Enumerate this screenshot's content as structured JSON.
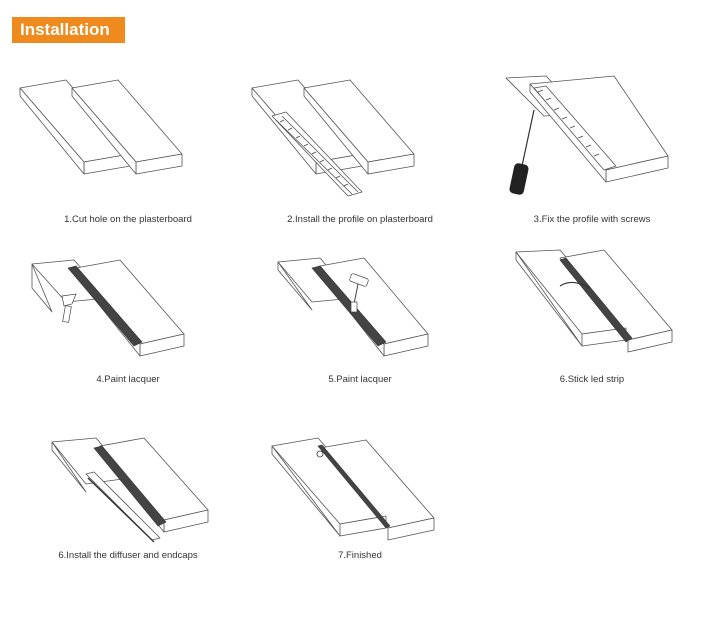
{
  "header": {
    "title": "Installation",
    "accent": "#ef8a1e"
  },
  "steps": [
    {
      "caption": "1.Cut hole on the plasterboard",
      "icon": "cut-hole-illustration"
    },
    {
      "caption": "2.Install the profile on plasterboard",
      "icon": "install-profile-illustration"
    },
    {
      "caption": "3.Fix the profile with screws",
      "icon": "screwdriver-illustration"
    },
    {
      "caption": "4.Paint lacquer",
      "icon": "paint-brush-illustration"
    },
    {
      "caption": "5.Paint lacquer",
      "icon": "paint-roller-illustration"
    },
    {
      "caption": "6.Stick led strip",
      "icon": "led-strip-illustration"
    },
    {
      "caption": "6.Install the diffuser and endcaps",
      "icon": "diffuser-illustration"
    },
    {
      "caption": "7.Finished",
      "icon": "finished-illustration"
    }
  ]
}
